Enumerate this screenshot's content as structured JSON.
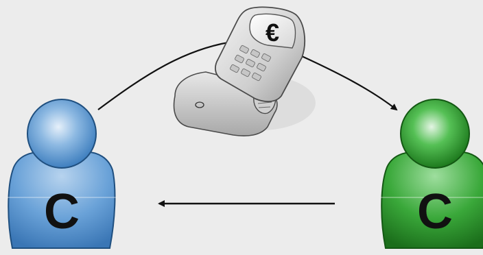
{
  "diagram": {
    "background": "#ececec",
    "nodes": [
      {
        "id": "left-person",
        "label": "C",
        "color": "#5b9bd5",
        "icon": "person-icon"
      },
      {
        "id": "phone",
        "label": "€",
        "color": "#c8c8c8",
        "icon": "mobile-phone-icon"
      },
      {
        "id": "right-person",
        "label": "C",
        "color": "#2e9a2e",
        "icon": "person-icon"
      }
    ],
    "edges": [
      {
        "from": "left-person",
        "to": "right-person",
        "via": "phone",
        "label": ""
      },
      {
        "from": "right-person",
        "to": "left-person",
        "label": ""
      }
    ]
  }
}
